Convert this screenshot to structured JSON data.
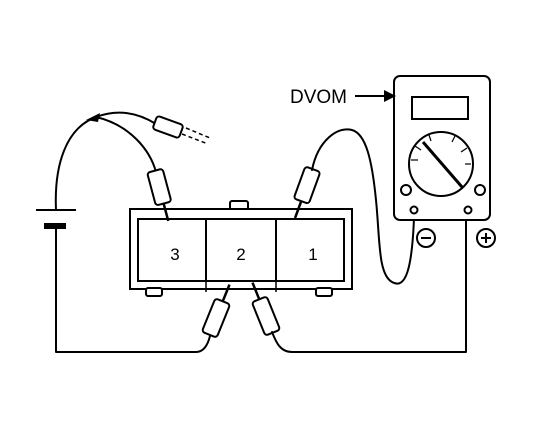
{
  "meter": {
    "label": "DVOM",
    "negative_symbol": "⊖",
    "positive_symbol": "⊕"
  },
  "connector": {
    "terminals": [
      "3",
      "2",
      "1"
    ]
  }
}
